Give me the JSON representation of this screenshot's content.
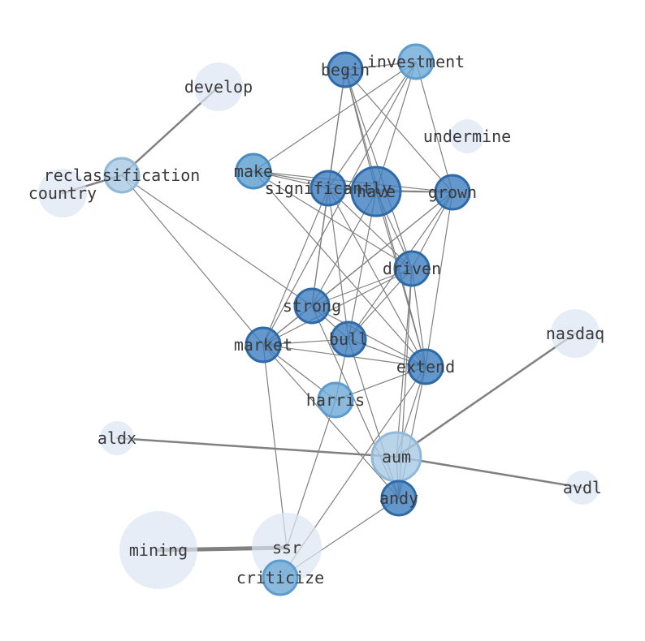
{
  "graph": {
    "nodes": [
      {
        "id": "develop",
        "label": "develop",
        "tone": "faint"
      },
      {
        "id": "investment",
        "label": "investment",
        "tone": "mid"
      },
      {
        "id": "begin",
        "label": "begin",
        "tone": "dark"
      },
      {
        "id": "undermine",
        "label": "undermine",
        "tone": "faint"
      },
      {
        "id": "make",
        "label": "make",
        "tone": "mid-dark"
      },
      {
        "id": "reclassification",
        "label": "reclassification",
        "tone": "light"
      },
      {
        "id": "country",
        "label": "country",
        "tone": "faint"
      },
      {
        "id": "significantly",
        "label": "significantly",
        "tone": "dark"
      },
      {
        "id": "have",
        "label": "have",
        "tone": "dark"
      },
      {
        "id": "grown",
        "label": "grown",
        "tone": "dark"
      },
      {
        "id": "driven",
        "label": "driven",
        "tone": "dark"
      },
      {
        "id": "strong",
        "label": "strong",
        "tone": "dark"
      },
      {
        "id": "bull",
        "label": "bull",
        "tone": "dark"
      },
      {
        "id": "market",
        "label": "market",
        "tone": "dark"
      },
      {
        "id": "extend",
        "label": "extend",
        "tone": "dark"
      },
      {
        "id": "nasdaq",
        "label": "nasdaq",
        "tone": "faint"
      },
      {
        "id": "harris",
        "label": "harris",
        "tone": "mid"
      },
      {
        "id": "aldx",
        "label": "aldx",
        "tone": "faint"
      },
      {
        "id": "aum",
        "label": "aum",
        "tone": "light"
      },
      {
        "id": "avdl",
        "label": "avdl",
        "tone": "faint"
      },
      {
        "id": "andy",
        "label": "andy",
        "tone": "dark"
      },
      {
        "id": "mining",
        "label": "mining",
        "tone": "faint"
      },
      {
        "id": "ssr",
        "label": "ssr",
        "tone": "faint"
      },
      {
        "id": "criticize",
        "label": "criticize",
        "tone": "mid"
      }
    ],
    "edges": [
      [
        "develop",
        "reclassification",
        2.5
      ],
      [
        "reclassification",
        "country",
        2.5
      ],
      [
        "nasdaq",
        "aum",
        2.5
      ],
      [
        "aldx",
        "aum",
        2.5
      ],
      [
        "aum",
        "avdl",
        2.5
      ],
      [
        "mining",
        "ssr",
        5
      ],
      [
        "begin",
        "investment",
        1.2
      ],
      [
        "begin",
        "strong",
        1.2
      ],
      [
        "begin",
        "have",
        1.2
      ],
      [
        "begin",
        "driven",
        1.2
      ],
      [
        "begin",
        "extend",
        1.2
      ],
      [
        "begin",
        "grown",
        1.2
      ],
      [
        "begin",
        "significantly",
        1.2
      ],
      [
        "investment",
        "make",
        1.2
      ],
      [
        "investment",
        "significantly",
        1.2
      ],
      [
        "investment",
        "have",
        1.2
      ],
      [
        "investment",
        "grown",
        1.2
      ],
      [
        "investment",
        "market",
        1.2
      ],
      [
        "make",
        "significantly",
        1.2
      ],
      [
        "make",
        "have",
        1.2
      ],
      [
        "make",
        "grown",
        1.2
      ],
      [
        "make",
        "driven",
        1.2
      ],
      [
        "make",
        "extend",
        1.2
      ],
      [
        "reclassification",
        "strong",
        1.2
      ],
      [
        "reclassification",
        "market",
        1.2
      ],
      [
        "significantly",
        "have",
        1.2
      ],
      [
        "significantly",
        "grown",
        1.2
      ],
      [
        "significantly",
        "strong",
        1.2
      ],
      [
        "significantly",
        "bull",
        1.2
      ],
      [
        "significantly",
        "market",
        1.2
      ],
      [
        "significantly",
        "extend",
        1.2
      ],
      [
        "significantly",
        "driven",
        1.2
      ],
      [
        "have",
        "grown",
        1.2
      ],
      [
        "have",
        "driven",
        1.2
      ],
      [
        "have",
        "strong",
        1.2
      ],
      [
        "have",
        "bull",
        1.2
      ],
      [
        "have",
        "extend",
        1.2
      ],
      [
        "grown",
        "driven",
        1.2
      ],
      [
        "grown",
        "strong",
        1.2
      ],
      [
        "grown",
        "bull",
        1.2
      ],
      [
        "grown",
        "extend",
        1.2
      ],
      [
        "grown",
        "market",
        1.2
      ],
      [
        "driven",
        "strong",
        1.2
      ],
      [
        "driven",
        "bull",
        1.2
      ],
      [
        "driven",
        "market",
        1.2
      ],
      [
        "driven",
        "aum",
        1.2
      ],
      [
        "driven",
        "andy",
        1.2
      ],
      [
        "driven",
        "extend",
        1.2
      ],
      [
        "strong",
        "bull",
        1.2
      ],
      [
        "strong",
        "market",
        1.2
      ],
      [
        "strong",
        "extend",
        1.2
      ],
      [
        "strong",
        "andy",
        1.2
      ],
      [
        "bull",
        "market",
        1.2
      ],
      [
        "bull",
        "extend",
        1.2
      ],
      [
        "bull",
        "harris",
        1.2
      ],
      [
        "bull",
        "andy",
        1.2
      ],
      [
        "market",
        "extend",
        1.2
      ],
      [
        "market",
        "harris",
        1.2
      ],
      [
        "market",
        "andy",
        1.2
      ],
      [
        "market",
        "ssr",
        1.2
      ],
      [
        "extend",
        "harris",
        1.2
      ],
      [
        "extend",
        "aum",
        1.2
      ],
      [
        "extend",
        "criticize",
        1.2
      ],
      [
        "extend",
        "andy",
        1.2
      ],
      [
        "harris",
        "ssr",
        1.2
      ],
      [
        "andy",
        "criticize",
        1.2
      ],
      [
        "aum",
        "andy",
        1.2
      ]
    ]
  },
  "colors": {
    "faint": "#dbe6f4",
    "light": "#a8c8e2",
    "mid": "#6da9d6",
    "mid-dark": "#5a9cd0",
    "dark": "#3d7dbf",
    "edge": "#808080",
    "label": "#3a3a3a"
  }
}
